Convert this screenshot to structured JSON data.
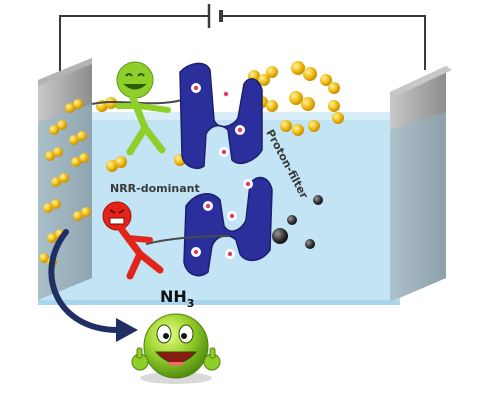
{
  "labels": {
    "nrr": "NRR-dominant",
    "filter": "Proton-filter",
    "product_main": "NH",
    "product_sub": "3"
  },
  "icons": {
    "green_character": "happy-green-stick-figure",
    "red_character": "angry-red-stick-figure",
    "product": "smiling-green-ammonia-ball",
    "battery": "battery-symbol",
    "arrow": "curved-arrow"
  },
  "colors": {
    "electrolyte": "#bfe3f3",
    "electrode": "#9a9a9a",
    "membrane": "#2b2f9c",
    "nitrogen": "#f2c21b",
    "proton": "#3a3a3a",
    "green": "#8ecf2a",
    "red": "#e3241b",
    "arrow": "#1f2f63"
  }
}
